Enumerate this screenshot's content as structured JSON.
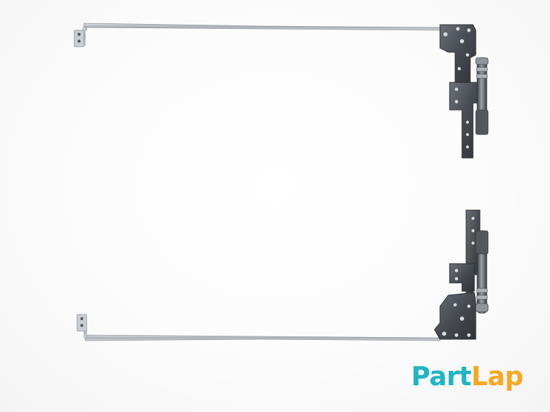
{
  "image": {
    "subject": "laptop-hinge-pair",
    "background_color": "#ffffff",
    "metal_color": "#4a4f55",
    "rod_color": "#b9bec4"
  },
  "logo": {
    "part1": "Part",
    "part2": "Lap",
    "color_part1": "#1fb5c3",
    "color_part2": "#f7a823"
  }
}
